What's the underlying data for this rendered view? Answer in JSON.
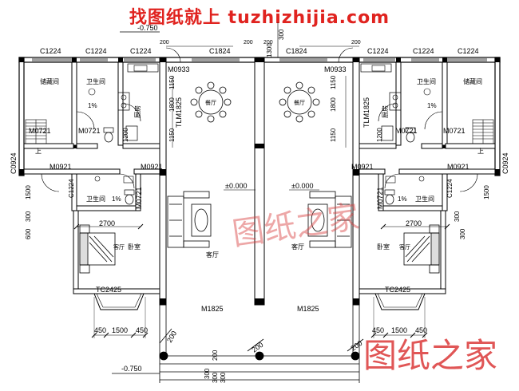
{
  "banner": "找图纸就上 tuzhizhijia.com",
  "watermark_center": "图纸之家",
  "watermark_corner": "图纸之家",
  "levels": {
    "top": "-0.750",
    "bottom": "-0.750",
    "floor_left": "±0.000",
    "floor_right": "±0.000"
  },
  "windows": {
    "c1224": "C1224",
    "c1824": "C1824",
    "c0924": "C0924",
    "tc2425": "TC2425",
    "tlm1825": "TLM1825"
  },
  "doors": {
    "m0721": "M0721",
    "m0921": "M0921",
    "m0933": "M0933",
    "m1825": "M1825"
  },
  "rooms": {
    "storage": "储藏间",
    "bathroom": "卫生间",
    "kitchen": "厨房",
    "dining": "餐厅",
    "living": "客厅",
    "bedroom": "卧室",
    "guest": "客厅"
  },
  "marks": {
    "slope": "1%",
    "up": "上"
  },
  "dims": {
    "d200": "200",
    "d300": "300",
    "d1300": "1300",
    "d1150": "1150",
    "d1800": "1800",
    "d1200": "1200",
    "d1500": "1500",
    "d600": "600",
    "d2700": "2700",
    "d450": "450"
  },
  "icons": [
    "round-dining-table-icon",
    "sofa-set-icon",
    "double-bed-icon",
    "stove-icon",
    "toilet-icon",
    "sink-icon",
    "stair-icon"
  ]
}
